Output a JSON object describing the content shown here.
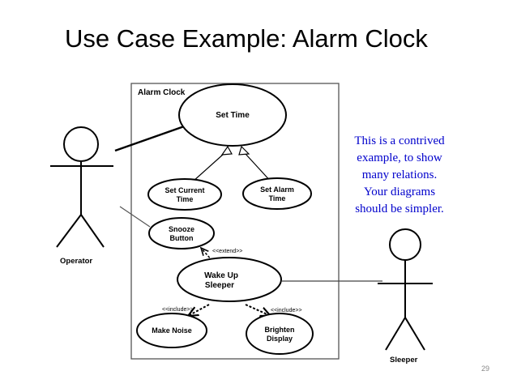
{
  "slide": {
    "title": "Use Case Example: Alarm Clock",
    "page_number": "29",
    "note_lines": [
      "This is a contrived",
      "example, to show",
      "many relations.",
      "Your diagrams",
      "should be simpler."
    ],
    "note_color": "#0000cc"
  },
  "diagram": {
    "system_name": "Alarm Clock",
    "actors": {
      "operator": "Operator",
      "sleeper": "Sleeper"
    },
    "use_cases": {
      "set_time": "Set Time",
      "set_current_time": [
        "Set Current",
        "Time"
      ],
      "set_alarm_time": [
        "Set Alarm",
        "Time"
      ],
      "snooze_button": [
        "Snooze",
        "Button"
      ],
      "wake_up_sleeper": [
        "Wake Up",
        "Sleeper"
      ],
      "make_noise": "Make Noise",
      "brighten_display": [
        "Brighten",
        "Display"
      ]
    },
    "stereotypes": {
      "extend": "<<extend>>",
      "include_left": "<<include>>",
      "include_right": "<<include>>"
    }
  }
}
